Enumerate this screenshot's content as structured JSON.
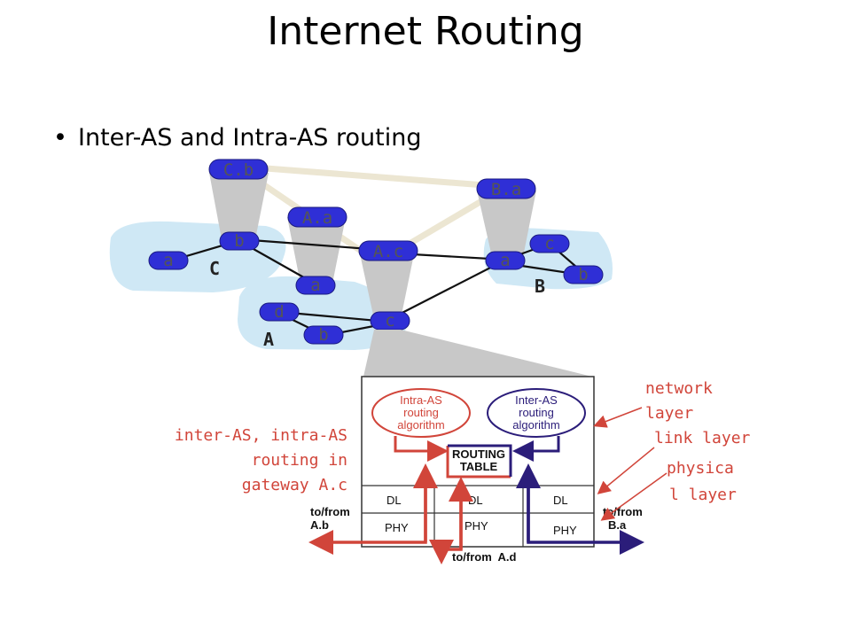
{
  "slide": {
    "title": "Internet Routing",
    "bullet": "Inter-AS and Intra-AS routing"
  },
  "routers": {
    "cb": "C.b",
    "ba": "B.a",
    "aa": "A.a",
    "ac": "A.c",
    "c_a": "a",
    "c_b": "b",
    "a_a": "a",
    "a_d": "d",
    "a_b": "b",
    "a_c": "c",
    "b_a": "a",
    "b_c": "c",
    "b_b": "b"
  },
  "as_labels": {
    "c": "C",
    "b": "B",
    "a": "A"
  },
  "detail": {
    "intra_box": [
      "Intra-AS",
      "routing",
      "algorithm"
    ],
    "inter_box": [
      "Inter-AS",
      "routing",
      "algorithm"
    ],
    "routing_table": [
      "ROUTING",
      "TABLE"
    ],
    "dl": "DL",
    "phy": "PHY",
    "to_from_ab": [
      "to/from",
      "A.b"
    ],
    "to_from_ba": [
      "to/from",
      "B.a"
    ],
    "to_from_ad": "to/from  A.d"
  },
  "annotations": {
    "network_layer": [
      "network",
      "layer"
    ],
    "link_layer": "link layer",
    "physical_layer": [
      "physica",
      "l layer"
    ],
    "gateway_note": [
      "inter-AS, intra-AS",
      "routing in",
      "gateway A.c"
    ]
  },
  "colors": {
    "router": "#2f2fd6",
    "as_cloud": "#cfe8f5",
    "intra_red": "#d1453a",
    "inter_navy": "#2b1d7a",
    "note_red": "#d1453a"
  }
}
